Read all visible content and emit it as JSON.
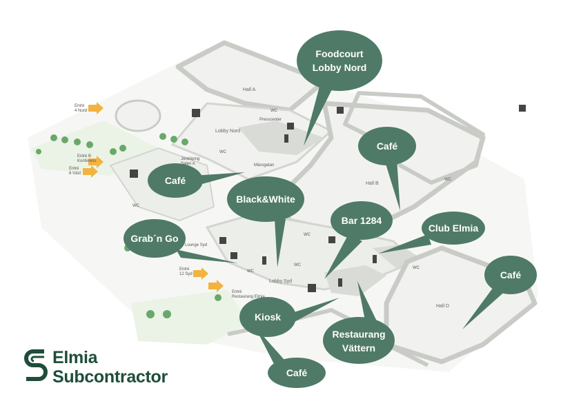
{
  "brand": {
    "line1": "Elmia",
    "line2": "Subcontractor",
    "color": "#1f4d3a"
  },
  "theme": {
    "bubble_color": "#4f7a67",
    "floor_color": "#f1f2ef",
    "wall_color": "#c9ccc6",
    "tree_color": "#6aa86a",
    "arrow_color": "#f2b340"
  },
  "halls": {
    "hall_a": "Hall A",
    "hall_b": "Hall B",
    "hall_d": "Hall D"
  },
  "rooms": {
    "lobby_nord": "Lobby Nord",
    "lobby_syd": "Lobby Syd",
    "malagatan": "Mässgatan",
    "pressecenter": "Presscenter",
    "jonkoping_1": "Jönköping",
    "jonkoping_2": "Salen A",
    "lounge": "Lounge Syd"
  },
  "entrances": {
    "nord_1": "Entré",
    "nord_2": "4 Nord",
    "b_1": "Entré B",
    "b_2": "Konferens",
    "vast_1": "Entré",
    "vast_2": "8 Väst",
    "syd_1": "Entré",
    "syd_2": "12 Syd",
    "rest_1": "Entré",
    "rest_2": "Restaurang Elmia"
  },
  "wc_label": "WC",
  "labels": {
    "foodcourt_1": "Foodcourt",
    "foodcourt_2": "Lobby Nord",
    "cafe_top_right": "Café",
    "cafe_left": "Café",
    "black_white": "Black&White",
    "bar_1284": "Bar 1284",
    "club_elmia": "Club Elmia",
    "grab_n_go": "Grab´n Go",
    "cafe_hall_d": "Café",
    "kiosk": "Kiosk",
    "restaurang_1": "Restaurang",
    "restaurang_2": "Vättern",
    "cafe_bottom": "Café"
  }
}
